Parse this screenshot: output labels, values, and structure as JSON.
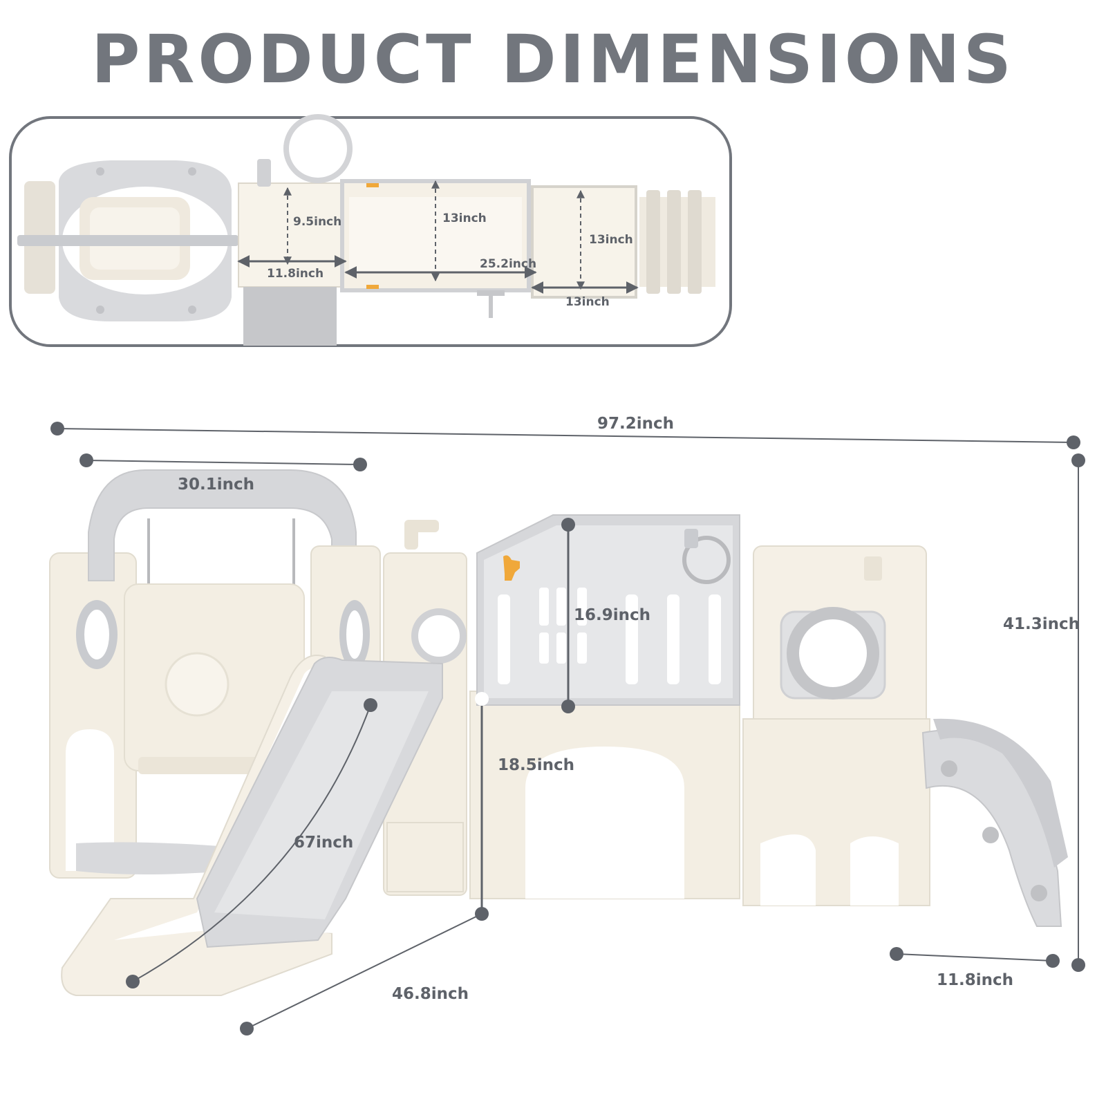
{
  "title": "PRODUCT DIMENSIONS",
  "colors": {
    "title": "#72767d",
    "frame": "#72767d",
    "dimension_line": "#5e6269",
    "panel_cream": "#f4efe4",
    "panel_gray": "#d6d7da",
    "accent_orange": "#f0a83a"
  },
  "top_view": {
    "labels": {
      "ladder_height": "9.5inch",
      "ladder_width": "11.8inch",
      "bridge_height": "13inch",
      "bridge_length": "25.2inch",
      "platform_height": "13inch",
      "platform_width": "13inch"
    }
  },
  "side_view": {
    "labels": {
      "total_length": "97.2inch",
      "swing_width": "30.1inch",
      "total_height": "41.3inch",
      "fence_height": "16.9inch",
      "platform_height": "18.5inch",
      "slide_length": "67inch",
      "slide_depth": "46.8inch",
      "small_slide_width": "11.8inch"
    }
  }
}
